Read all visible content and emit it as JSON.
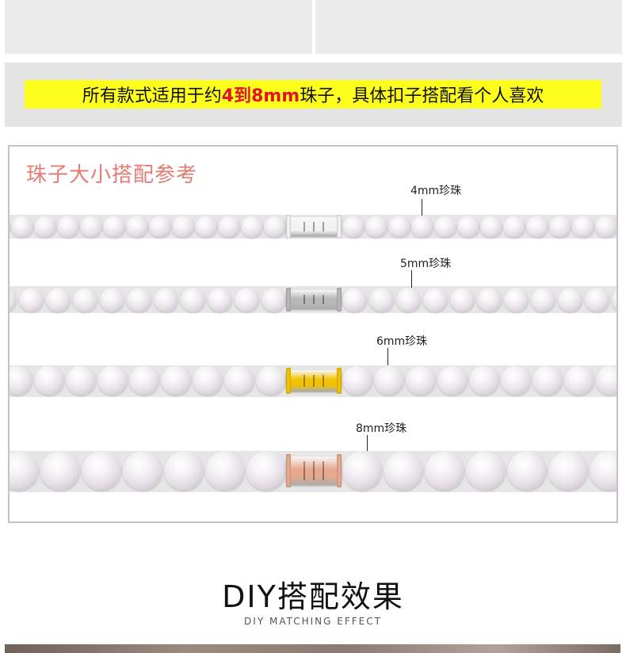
{
  "notice": {
    "before": "所有款式适用于约",
    "highlight": "4到8mm",
    "after": "珠子，具体扣子搭配看个人喜欢"
  },
  "size_reference": {
    "title": "珠子大小搭配参考",
    "rows": [
      {
        "label": "4mm珍珠",
        "clasp": "white-gold clasp"
      },
      {
        "label": "5mm珍珠",
        "clasp": "silver clasp"
      },
      {
        "label": "6mm珍珠",
        "clasp": "gold clasp"
      },
      {
        "label": "8mm珍珠",
        "clasp": "rose-gold clasp"
      }
    ]
  },
  "diy": {
    "title": "DIY搭配效果",
    "subtitle": "DIY MATCHING EFFECT"
  },
  "colors": {
    "notice_background": "#ffff1e",
    "highlight_text": "#e4141e",
    "reference_title": "#e57b72",
    "clasp_white": "#f2f2f2",
    "clasp_silver": "#b8b8b8",
    "clasp_gold": "#f2c200",
    "clasp_rose": "#e7a98e"
  }
}
